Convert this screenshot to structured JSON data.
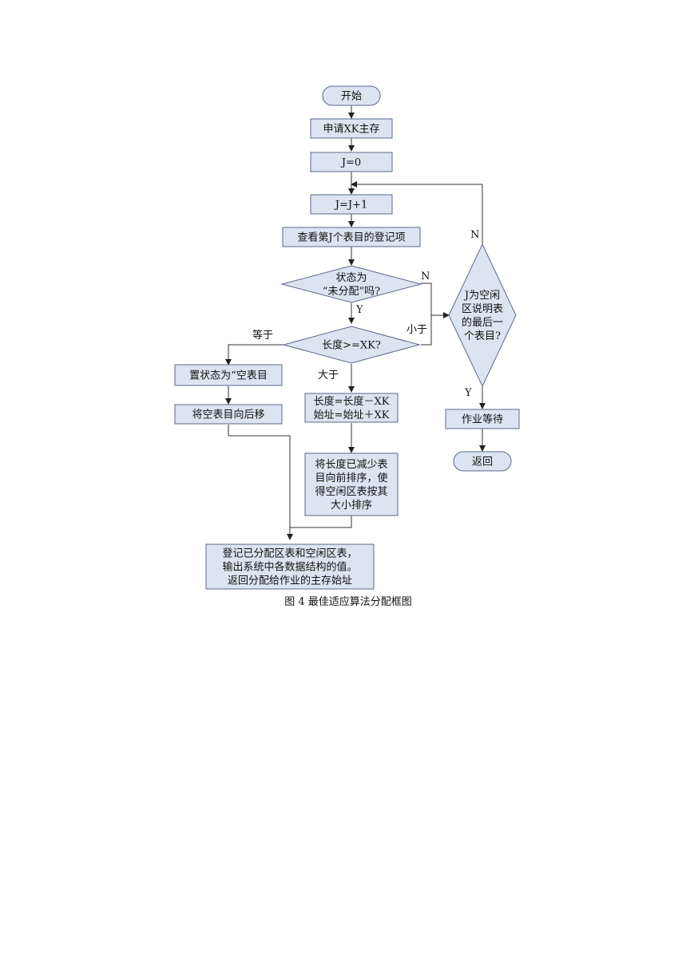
{
  "colors": {
    "node_fill": "#dde3f0",
    "node_stroke": "#5a6a8a",
    "edge": "#333333",
    "text": "#111111"
  },
  "nodes": {
    "start": {
      "shape": "terminal",
      "lines": [
        "开始"
      ]
    },
    "request": {
      "shape": "process",
      "lines": [
        "申请XK主存"
      ]
    },
    "init": {
      "shape": "process",
      "lines": [
        "J=0"
      ]
    },
    "incr": {
      "shape": "process",
      "lines": [
        "J=J+1"
      ]
    },
    "view": {
      "shape": "process",
      "lines": [
        "查看第J个表目的登记项"
      ]
    },
    "unalloc": {
      "shape": "decision",
      "lines": [
        "状态为",
        "“未分配”吗?"
      ]
    },
    "length": {
      "shape": "decision",
      "lines": [
        "长度>=XK?"
      ]
    },
    "set_empty": {
      "shape": "process",
      "lines": [
        "置状态为“空表目"
      ]
    },
    "move_back": {
      "shape": "process",
      "lines": [
        "将空表目向后移"
      ]
    },
    "update": {
      "shape": "process",
      "lines": [
        "长度=长度－XK",
        "始址=始址＋XK"
      ]
    },
    "sort": {
      "shape": "process",
      "lines": [
        "将长度已减少表",
        "目向前排序，使",
        "得空闲区表按其",
        "大小排序"
      ]
    },
    "register": {
      "shape": "process",
      "lines": [
        "登记已分配区表和空闲区表，",
        "输出系统中各数据结构的值。",
        "返回分配给作业的主存始址"
      ]
    },
    "last": {
      "shape": "decision",
      "lines": [
        "J为空闲",
        "区说明表",
        "的最后一",
        "个表目?"
      ]
    },
    "wait": {
      "shape": "process",
      "lines": [
        "作业等待"
      ]
    },
    "return": {
      "shape": "terminal",
      "lines": [
        "返回"
      ]
    }
  },
  "edge_labels": {
    "unalloc_no": "N",
    "unalloc_yes": "Y",
    "length_equal": "等于",
    "length_less": "小于",
    "length_greater": "大于",
    "last_no": "N",
    "last_yes": "Y"
  },
  "caption": "图 4  最佳适应算法分配框图"
}
